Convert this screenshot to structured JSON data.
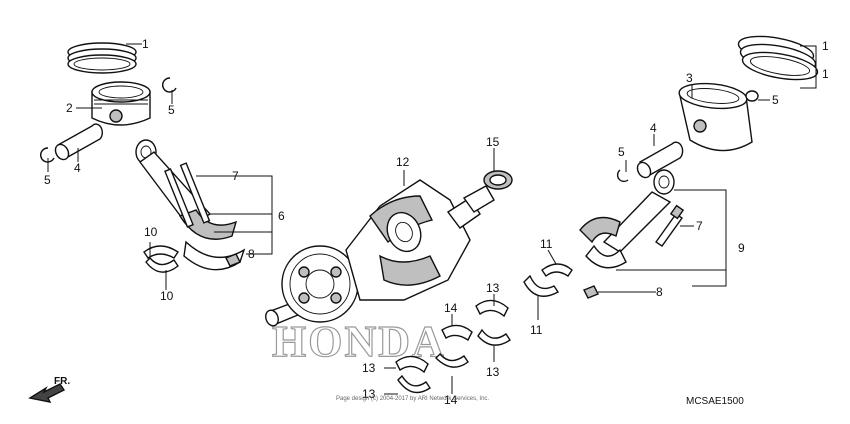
{
  "callouts": {
    "c1a": "1",
    "c1b": "1",
    "c2": "2",
    "c3": "3",
    "c4a": "4",
    "c4b": "4",
    "c5a": "5",
    "c5b": "5",
    "c5c": "5",
    "c5d": "5",
    "c6": "6",
    "c7a": "7",
    "c7b": "7",
    "c8a": "8",
    "c8b": "8",
    "c9": "9",
    "c10a": "10",
    "c10b": "10",
    "c11a": "11",
    "c11b": "11",
    "c12": "12",
    "c13a": "13",
    "c13b": "13",
    "c13c": "13",
    "c13d": "13",
    "c14a": "14",
    "c14b": "14",
    "c15": "15"
  },
  "diagram_code": "MCSAE1500",
  "front_arrow_label": "FR.",
  "watermark": "HONDA",
  "footer_note": "Page design (c) 2004-2017 by ARI Network Services, Inc."
}
